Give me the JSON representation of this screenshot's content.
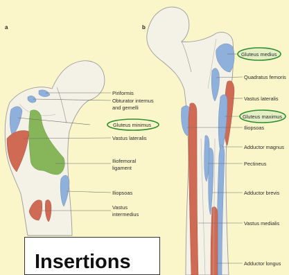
{
  "panels": {
    "a": "a",
    "b": "b"
  },
  "labels_a": {
    "piriformis": "Piriformis",
    "obturator_line1": "Obturator internus",
    "obturator_line2": "and gemelli",
    "gluteus_minimus": "Gluteus minimus",
    "vastus_lateralis": "Vastus lateralis",
    "iliofemoral_line1": "Iliofemoral",
    "iliofemoral_line2": "ligament",
    "iliopsoas": "Iliopsoas",
    "vastus_intermedius_line1": "Vastus",
    "vastus_intermedius_line2": "intermedius"
  },
  "labels_b": {
    "gluteus_medius": "Gluteus medius",
    "quadratus_femoris": "Quadratus femoris",
    "vastus_lateralis": "Vastus lateralis",
    "gluteus_maximus": "Gluteus maximus",
    "iliopsoas": "Iliopsoas",
    "adductor_magnus": "Adductor magnus",
    "pectineus": "Pectineus",
    "adductor_brevis": "Adductor brevis",
    "vastus_medialis": "Vastus medialis",
    "adductor_longus": "Adductor longus"
  },
  "caption": "Insertions",
  "colors": {
    "background": "#fbf6c9",
    "bone": "#f4f1e6",
    "blue_attachment": "#8fb0da",
    "red_attachment": "#cf6b55",
    "green_attachment": "#86b55a",
    "highlight_ring": "#2e8b2e"
  }
}
